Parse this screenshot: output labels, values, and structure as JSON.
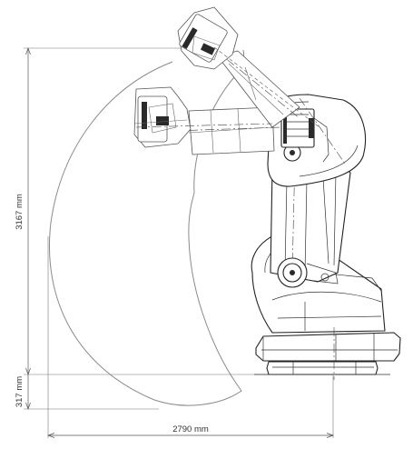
{
  "dimensions": {
    "total_height_label": "3167 mm",
    "base_height_label": "317 mm",
    "reach_label": "2790 mm"
  }
}
